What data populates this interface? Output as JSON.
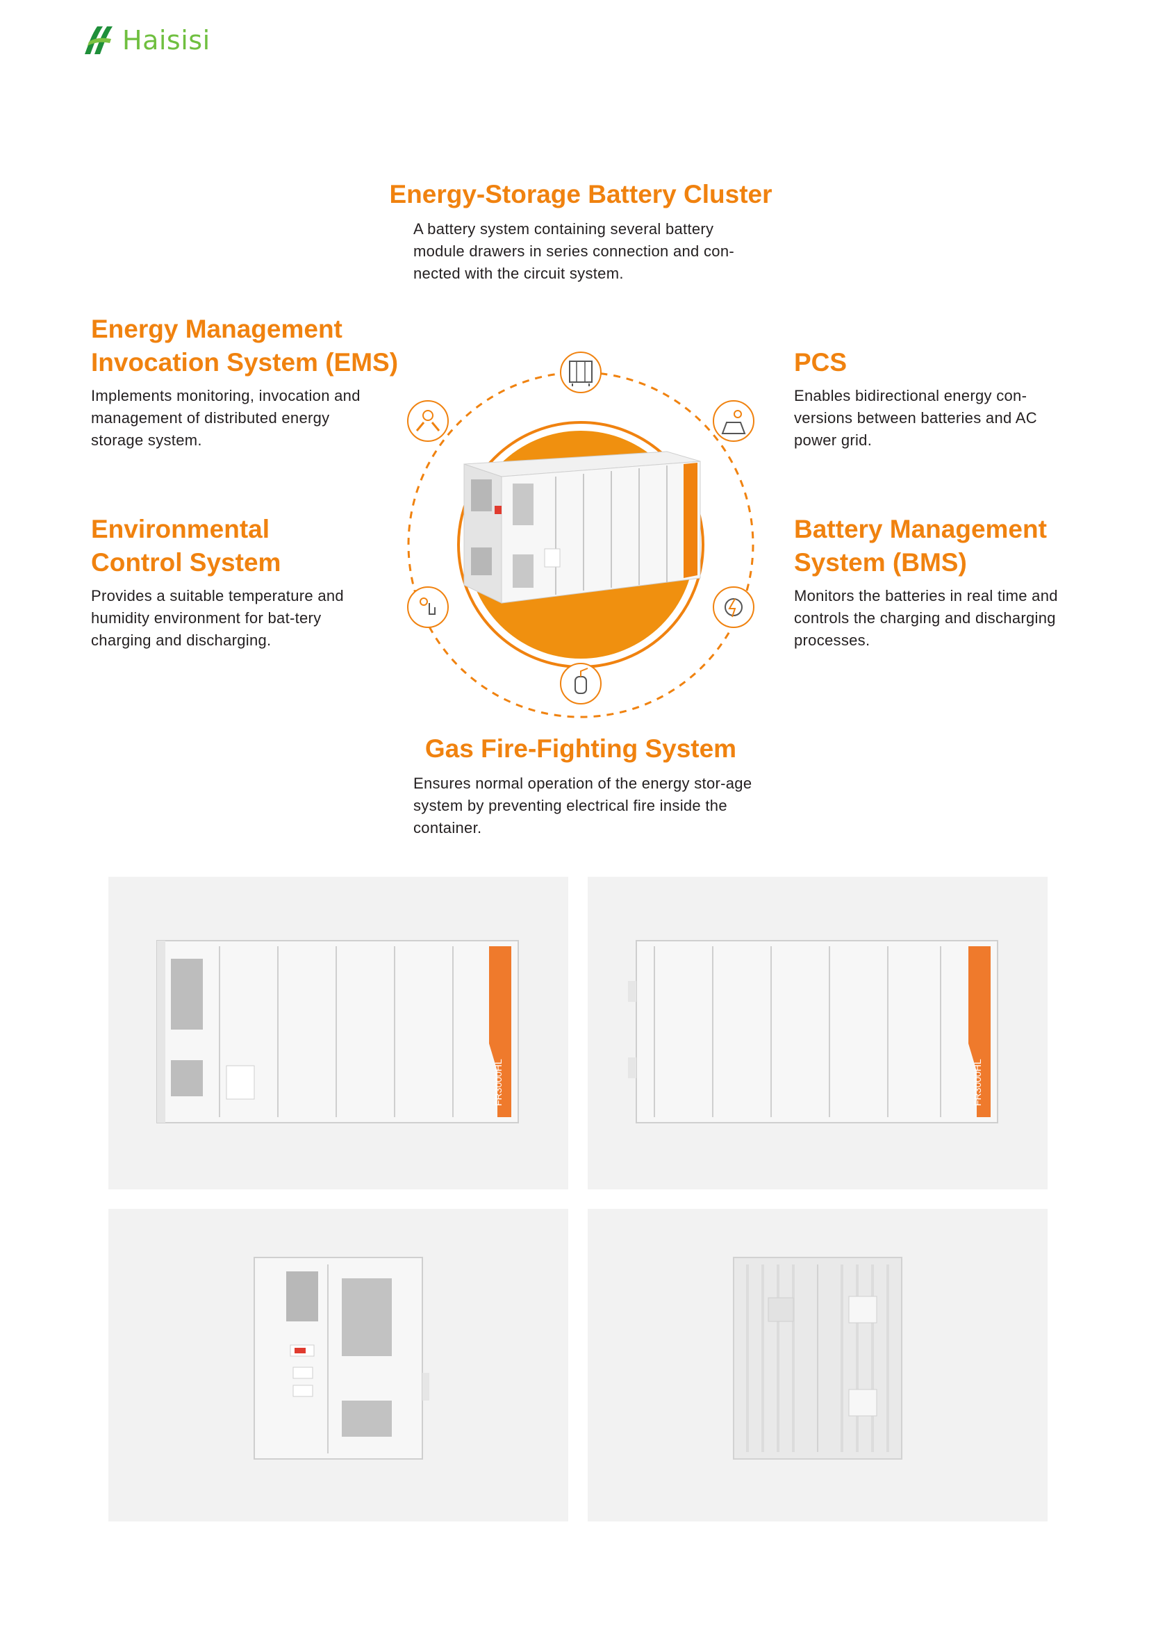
{
  "brand": {
    "name": "Haisisi",
    "logo_color": "#6fbf3f"
  },
  "accent_color": "#f0820f",
  "sections": {
    "battery_cluster": {
      "title": "Energy-Storage Battery Cluster",
      "body": "A battery system containing several battery module drawers in series connection and con-nected with the circuit system."
    },
    "ems": {
      "title_line1": "Energy Management",
      "title_line2": "Invocation System (EMS)",
      "body": "Implements monitoring, invocation and management of distributed energy storage system."
    },
    "pcs": {
      "title": "PCS",
      "body": "Enables bidirectional energy con-versions between batteries and AC power grid."
    },
    "environmental": {
      "title_line1": "Environmental",
      "title_line2": "Control System",
      "body": "Provides a suitable temperature and humidity environment for bat-tery charging and discharging."
    },
    "bms": {
      "title_line1": "Battery Management",
      "title_line2": "System (BMS)",
      "body": "Monitors the batteries in real time and controls the charging and discharging processes."
    },
    "fire": {
      "title": "Gas Fire-Fighting System",
      "body": "Ensures normal operation of the energy stor-age system by preventing electrical fire inside the container."
    }
  },
  "diagram_icons": [
    "battery-cabinet-icon",
    "solar-panel-icon",
    "lightning-sun-icon",
    "fire-extinguisher-icon",
    "thermostat-plug-icon",
    "sun-hands-icon"
  ],
  "product_label": "FR3000HL"
}
